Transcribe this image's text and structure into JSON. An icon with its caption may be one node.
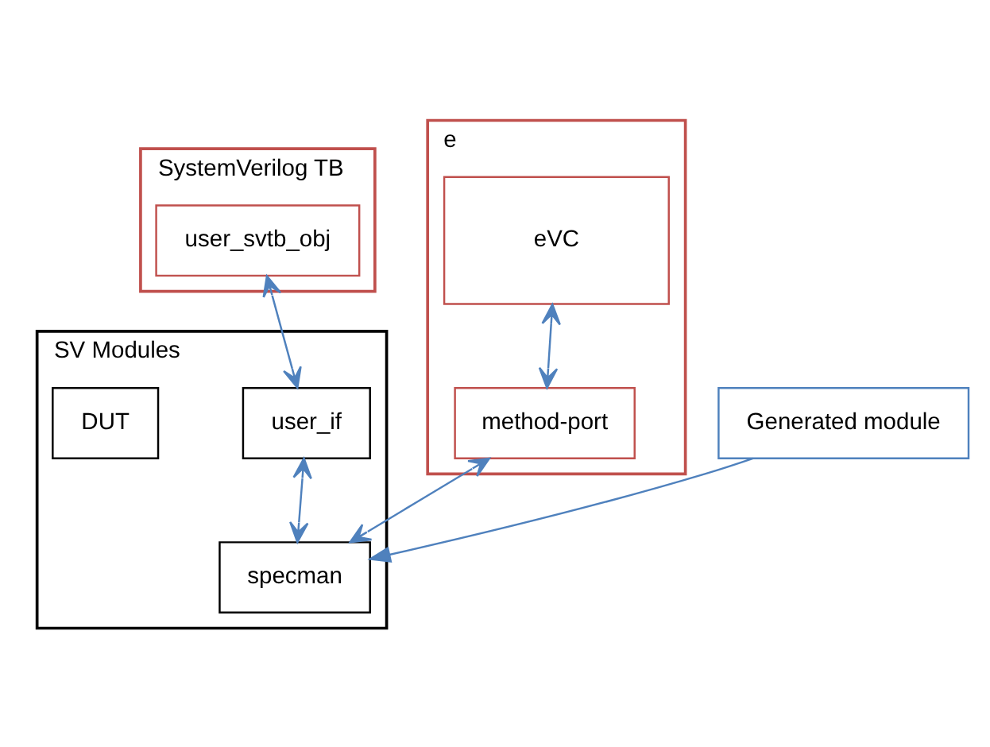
{
  "diagram": {
    "nodes": [
      {
        "text": [
          "SystemVerilog TB"
        ]
      },
      {
        "text": [
          "user_svtb_obj"
        ],
        "in": 0
      },
      {
        "text": [
          "e"
        ]
      },
      {
        "text": [
          "eVC"
        ],
        "in": 2
      },
      {
        "text": [
          "method-port"
        ],
        "in": 2
      },
      {
        "text": [
          "SV Modules"
        ]
      },
      {
        "text": [
          "user_if"
        ],
        "in": 5
      },
      {
        "text": [
          "specman"
        ],
        "in": 5
      },
      {
        "text": [
          "DUT"
        ],
        "in": 5
      },
      {
        "text": [
          "Generated module"
        ]
      }
    ],
    "edges": [
      {
        "from": 1,
        "to": 6,
        "arrow": "both"
      },
      {
        "from": 3,
        "to": 4,
        "arrow": "both"
      },
      {
        "from": 4,
        "to": 7,
        "arrow": "both"
      },
      {
        "from": 6,
        "to": 7,
        "arrow": "both"
      },
      {
        "from": 9,
        "to": 7,
        "arrow": "to"
      }
    ]
  }
}
